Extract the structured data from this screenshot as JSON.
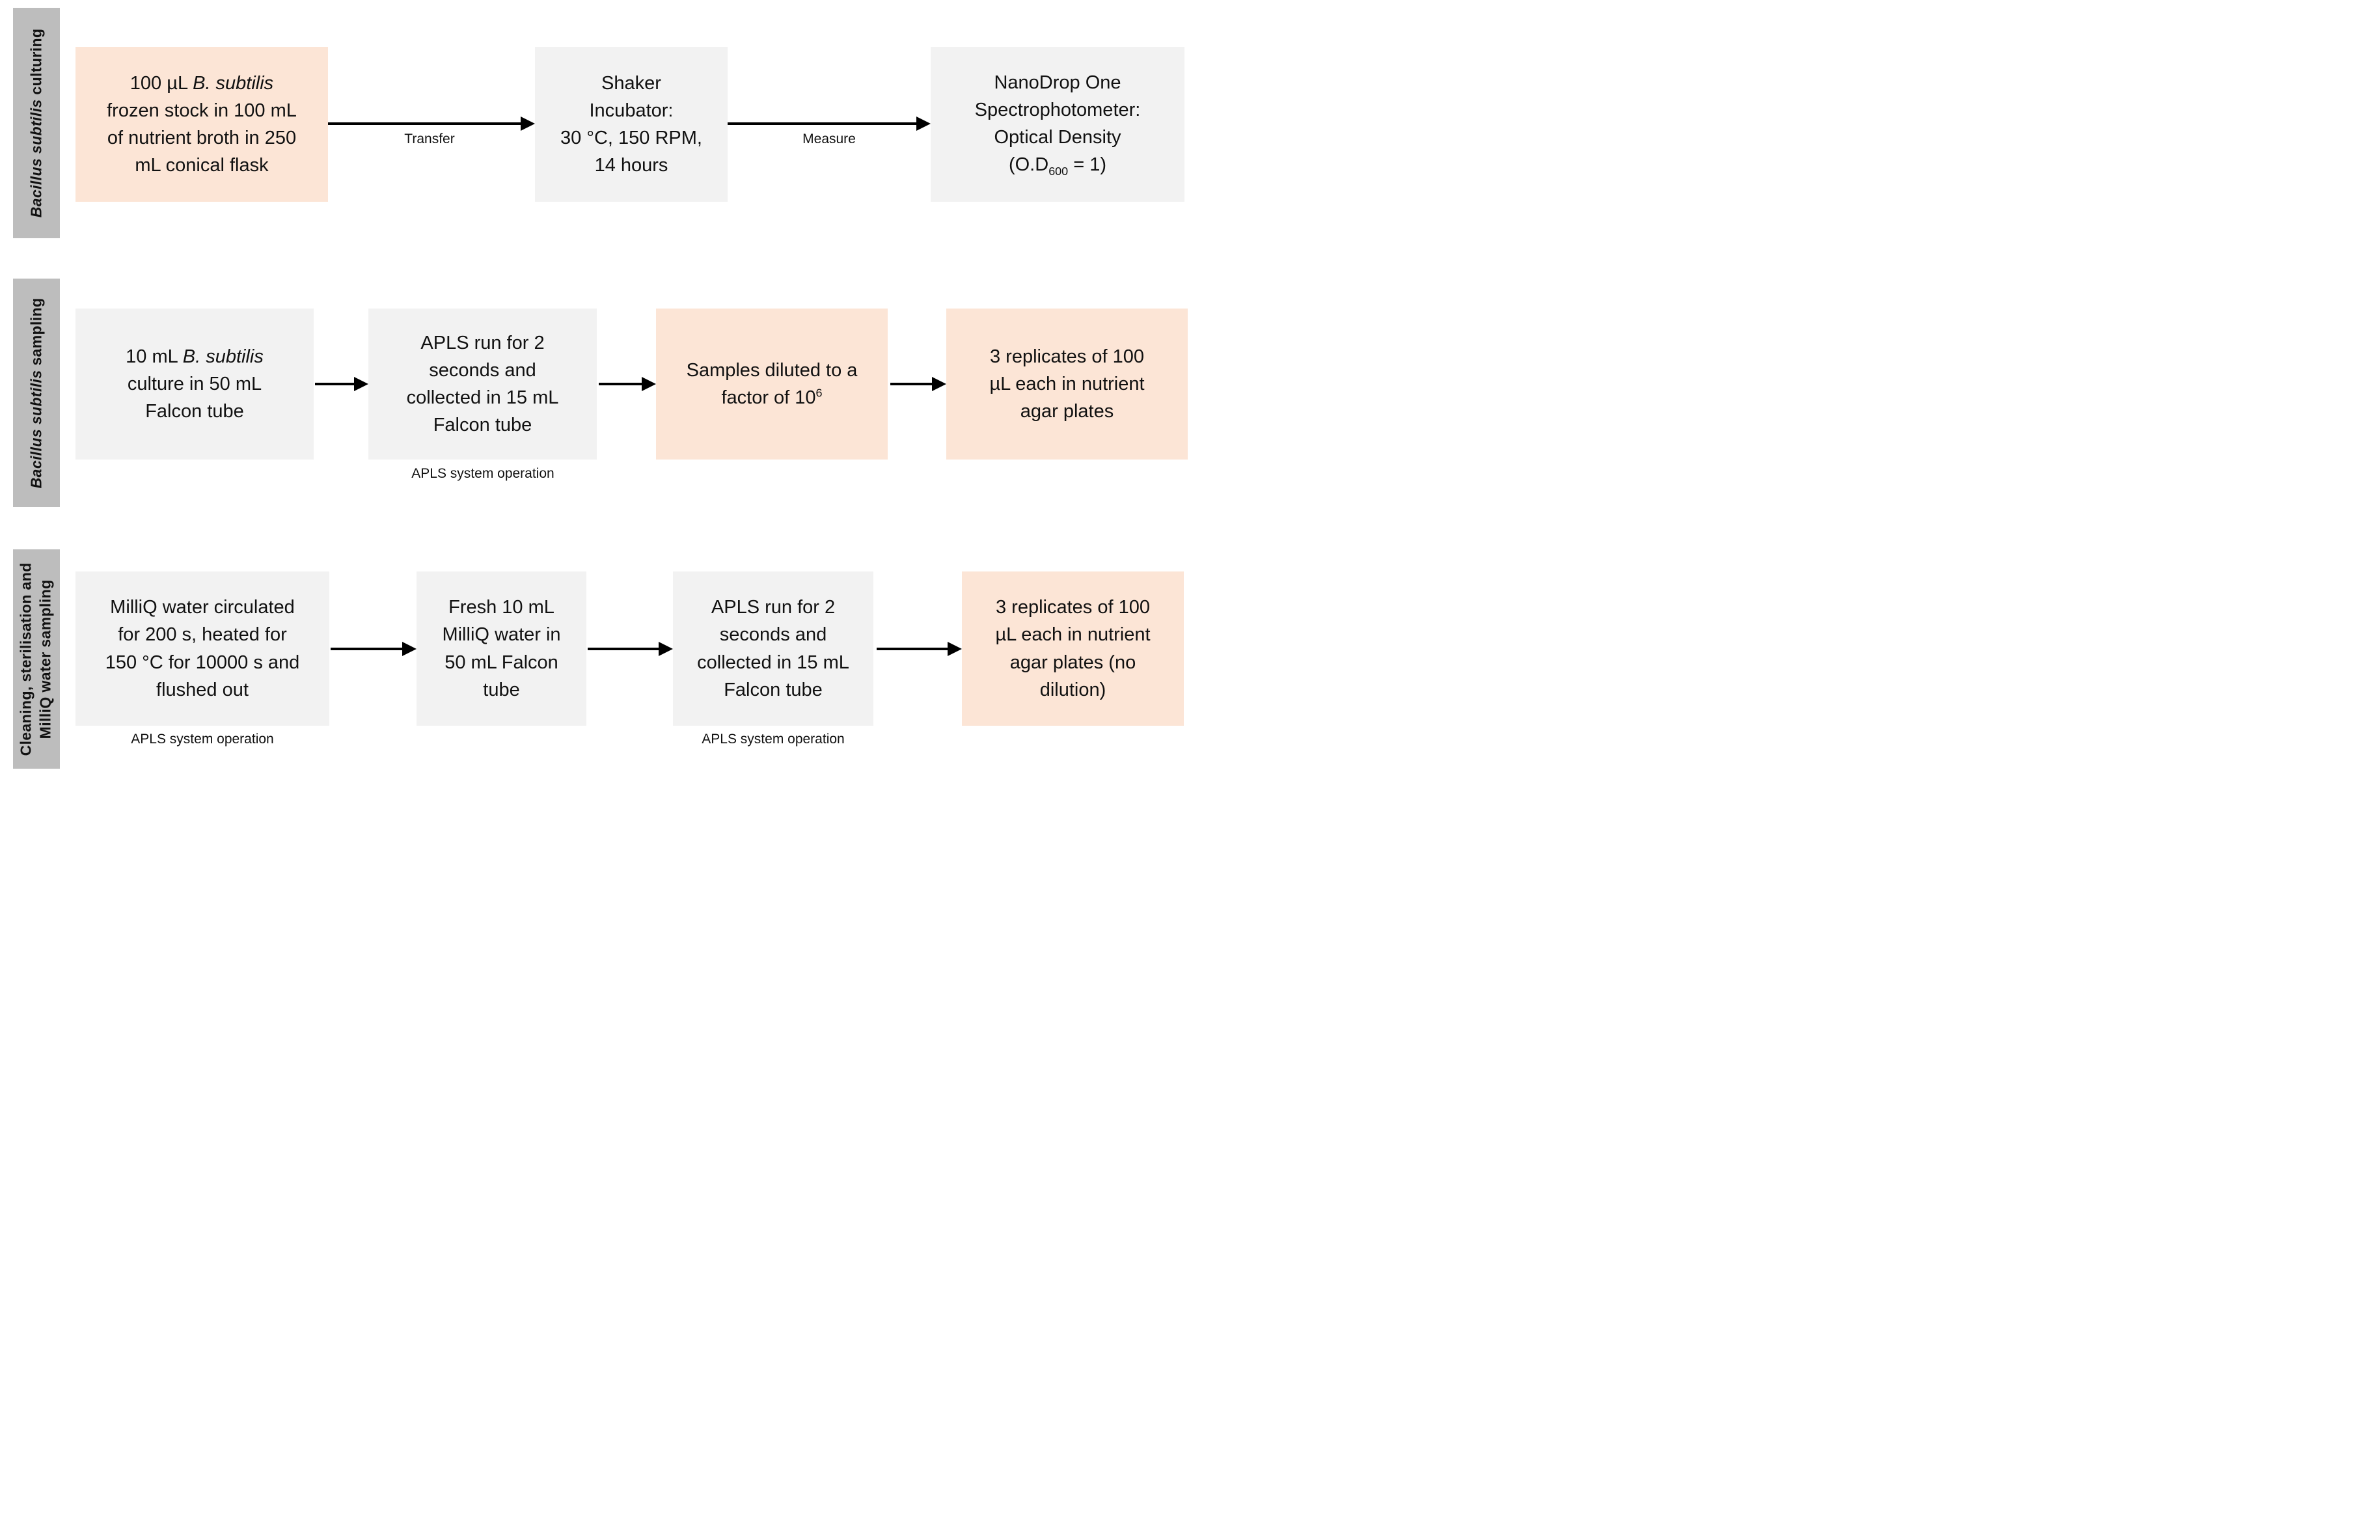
{
  "figure": {
    "colors": {
      "highlight_box": "#fce5d6",
      "neutral_box": "#f2f2f2",
      "row_label_bg": "#bdbdbd",
      "arrow": "#000000",
      "text": "#111111"
    },
    "rows": [
      {
        "label": [
          {
            "t": "Bacillus subtilis",
            "i": true
          },
          {
            "t": " culturing"
          }
        ],
        "boxes": [
          {
            "name": "frozen-stock",
            "style": "highlight",
            "segments": [
              {
                "t": "100 µL "
              },
              {
                "t": "B. subtilis",
                "i": true
              },
              {
                "br": true
              },
              {
                "t": "frozen stock in 100 mL"
              },
              {
                "br": true
              },
              {
                "t": "of nutrient broth in 250"
              },
              {
                "br": true
              },
              {
                "t": "mL conical flask"
              }
            ]
          },
          {
            "name": "shaker-incubator",
            "style": "neutral",
            "segments": [
              {
                "t": "Shaker"
              },
              {
                "br": true
              },
              {
                "t": "Incubator:"
              },
              {
                "br": true
              },
              {
                "t": "30 °C, 150 RPM,"
              },
              {
                "br": true
              },
              {
                "t": "14 hours"
              }
            ]
          },
          {
            "name": "nanodrop",
            "style": "neutral",
            "segments": [
              {
                "t": "NanoDrop One"
              },
              {
                "br": true
              },
              {
                "t": "Spectrophotometer:"
              },
              {
                "br": true
              },
              {
                "t": "Optical Density"
              },
              {
                "br": true
              },
              {
                "t": "(O.D"
              },
              {
                "t": "600",
                "sub": true
              },
              {
                "t": " = 1)"
              }
            ]
          }
        ],
        "arrows": [
          {
            "label": "Transfer"
          },
          {
            "label": "Measure"
          }
        ]
      },
      {
        "label": [
          {
            "t": "Bacillus subtilis",
            "i": true
          },
          {
            "t": " sampling"
          }
        ],
        "boxes": [
          {
            "name": "culture-falcon-tube",
            "style": "neutral",
            "segments": [
              {
                "t": "10 mL "
              },
              {
                "t": "B. subtilis",
                "i": true
              },
              {
                "br": true
              },
              {
                "t": "culture in 50 mL"
              },
              {
                "br": true
              },
              {
                "t": "Falcon tube"
              }
            ]
          },
          {
            "name": "apls-run",
            "style": "neutral",
            "caption": "APLS system operation",
            "segments": [
              {
                "t": "APLS run for 2"
              },
              {
                "br": true
              },
              {
                "t": "seconds and"
              },
              {
                "br": true
              },
              {
                "t": "collected in 15 mL"
              },
              {
                "br": true
              },
              {
                "t": "Falcon tube"
              }
            ]
          },
          {
            "name": "samples-diluted",
            "style": "highlight",
            "segments": [
              {
                "t": "Samples diluted to a"
              },
              {
                "br": true
              },
              {
                "t": "factor of 10"
              },
              {
                "t": "6",
                "sup": true
              }
            ]
          },
          {
            "name": "replicates-agar",
            "style": "highlight",
            "segments": [
              {
                "t": "3 replicates of 100"
              },
              {
                "br": true
              },
              {
                "t": "µL each in nutrient"
              },
              {
                "br": true
              },
              {
                "t": "agar plates"
              }
            ]
          }
        ],
        "arrows": [
          {
            "label": ""
          },
          {
            "label": ""
          },
          {
            "label": ""
          }
        ]
      },
      {
        "label": [
          {
            "t": "Cleaning, sterilisation and"
          },
          {
            "br": true
          },
          {
            "t": "MilliQ water sampling"
          }
        ],
        "boxes": [
          {
            "name": "milliq-circulated",
            "style": "neutral",
            "caption": "APLS system operation",
            "segments": [
              {
                "t": "MilliQ water circulated"
              },
              {
                "br": true
              },
              {
                "t": "for 200 s, heated for"
              },
              {
                "br": true
              },
              {
                "t": "150 °C for 10000 s and"
              },
              {
                "br": true
              },
              {
                "t": "flushed out"
              }
            ]
          },
          {
            "name": "fresh-milliq",
            "style": "neutral",
            "segments": [
              {
                "t": "Fresh 10 mL"
              },
              {
                "br": true
              },
              {
                "t": "MilliQ water in"
              },
              {
                "br": true
              },
              {
                "t": "50 mL Falcon"
              },
              {
                "br": true
              },
              {
                "t": "tube"
              }
            ]
          },
          {
            "name": "apls-run-2",
            "style": "neutral",
            "caption": "APLS system operation",
            "segments": [
              {
                "t": "APLS run for 2"
              },
              {
                "br": true
              },
              {
                "t": "seconds and"
              },
              {
                "br": true
              },
              {
                "t": "collected in 15 mL"
              },
              {
                "br": true
              },
              {
                "t": "Falcon tube"
              }
            ]
          },
          {
            "name": "replicates-no-dilution",
            "style": "highlight",
            "segments": [
              {
                "t": "3 replicates of 100"
              },
              {
                "br": true
              },
              {
                "t": "µL each in nutrient"
              },
              {
                "br": true
              },
              {
                "t": "agar plates (no"
              },
              {
                "br": true
              },
              {
                "t": "dilution)"
              }
            ]
          }
        ],
        "arrows": [
          {
            "label": ""
          },
          {
            "label": ""
          },
          {
            "label": ""
          }
        ]
      }
    ]
  }
}
